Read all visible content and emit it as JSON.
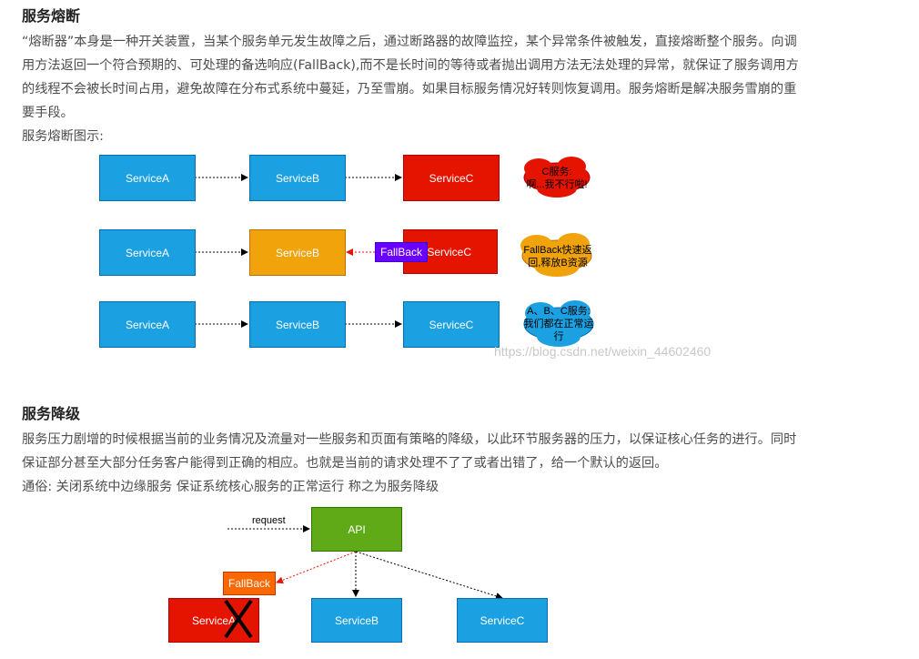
{
  "section1": {
    "title": "服务熔断",
    "para_lines": [
      "“熔断器”本身是一种开关装置，当某个服务单元发生故障之后，通过断路器的故障监控，某个异常条件被触发，直接熔断整个服务。向调",
      "用方法返回一个符合预期的、可处理的备选响应(FallBack),而不是长时间的等待或者抛出调用方法无法处理的异常，就保证了服务调用方",
      "的线程不会被长时间占用，避免故障在分布式系统中蔓延，乃至雪崩。如果目标服务情况好转则恢复调用。服务熔断是解决服务雪崩的重",
      "要手段。"
    ],
    "caption": "服务熔断图示:"
  },
  "diagram1": {
    "row1": {
      "a": "ServiceA",
      "b": "ServiceB",
      "c": "ServiceC",
      "cloud": [
        "C服务:",
        "啊...我不行啦!"
      ]
    },
    "row2": {
      "a": "ServiceA",
      "b": "ServiceB",
      "c": "ServiceC",
      "fallback": "FallBack",
      "cloud": [
        "FallBack快速返",
        "回,释放B资源"
      ]
    },
    "row3": {
      "a": "ServiceA",
      "b": "ServiceB",
      "c": "ServiceC",
      "cloud": [
        "A、B、C服务:",
        "我们都在正常运",
        "行"
      ]
    },
    "watermark": "https://blog.csdn.net/weixin_44602460"
  },
  "section2": {
    "title": "服务降级",
    "para_lines": [
      "服务压力剧增的时候根据当前的业务情况及流量对一些服务和页面有策略的降级，以此环节服务器的压力，以保证核心任务的进行。同时",
      "保证部分甚至大部分任务客户能得到正确的相应。也就是当前的请求处理不了了或者出错了，给一个默认的返回。"
    ],
    "caption": "通俗: 关闭系统中边缘服务 保证系统核心服务的正常运行 称之为服务降级"
  },
  "diagram2": {
    "request": "request",
    "api": "API",
    "fallback": "FallBack",
    "a": "ServiceA",
    "b": "ServiceB",
    "c": "ServiceC"
  },
  "colors": {
    "blue": "#1ba1e2",
    "red": "#e51400",
    "orange": "#f0a30a",
    "green": "#60a917",
    "purple": "#6a00ff",
    "fallback_orange": "#fa6800",
    "cloud_red": "#e51400",
    "cloud_orange": "#f0a30a",
    "cloud_blue": "#1ba1e2"
  }
}
